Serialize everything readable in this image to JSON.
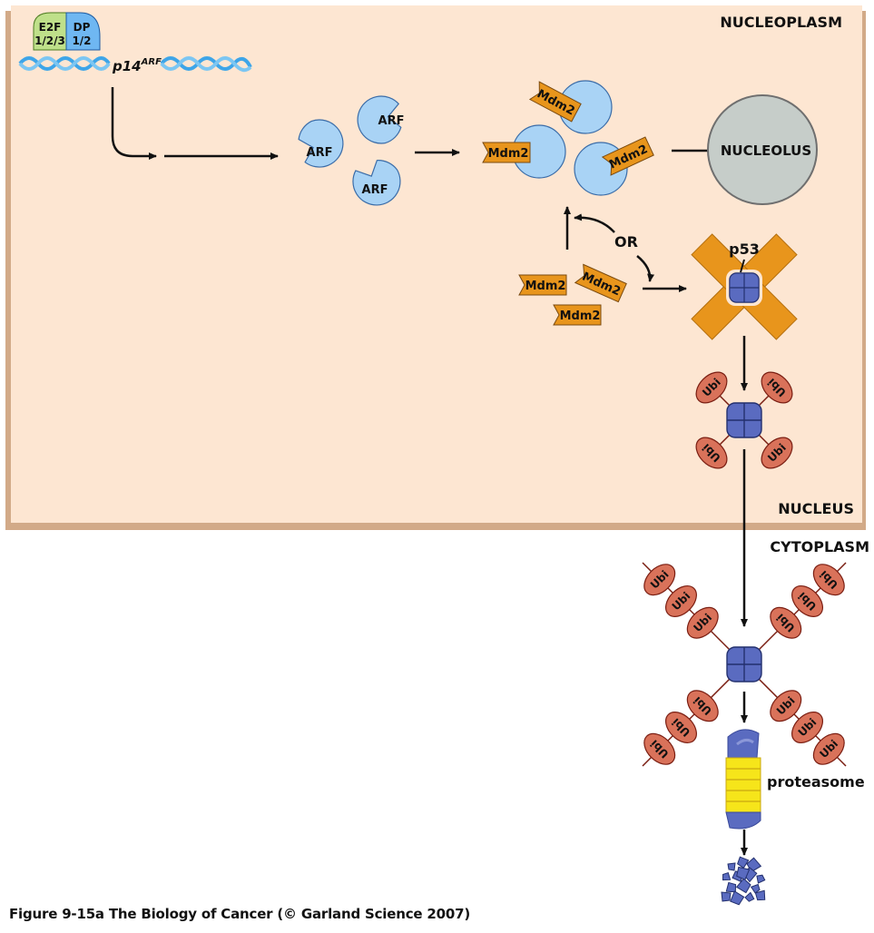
{
  "figure": {
    "caption": "Figure 9-15a  The Biology of Cancer (© Garland Science 2007)"
  },
  "compartments": {
    "nucleoplasm": "NUCLEOPLASM",
    "nucleus": "NUCLEUS",
    "cytoplasm": "CYTOPLASM",
    "nucleolus": "NUCLEOLUS"
  },
  "transcription": {
    "factor_left_line1": "E2F",
    "factor_left_line2": "1/2/3",
    "factor_right_line1": "DP",
    "factor_right_line2": "1/2",
    "gene": "p14",
    "gene_superscript": "ARF"
  },
  "proteins": {
    "arf": "ARF",
    "mdm2": "Mdm2",
    "p53": "p53",
    "ubi": "Ubi",
    "proteasome": "proteasome"
  },
  "labels": {
    "or": "OR"
  },
  "colors": {
    "nucleoplasm_bg": "#fde6d2",
    "nuclear_border": "#d2aa88",
    "arf_fill": "#a9d3f5",
    "mdm2_fill": "#e8951c",
    "nucleolus_fill": "#c6cdc9",
    "p53_fill": "#5a6bc0",
    "ubi_fill": "#d9725a",
    "proteasome_yellow": "#f6e51a",
    "e2f_fill": "#bfe08a",
    "dp_fill": "#6fb7f2",
    "dna": "#3ea5e8"
  }
}
